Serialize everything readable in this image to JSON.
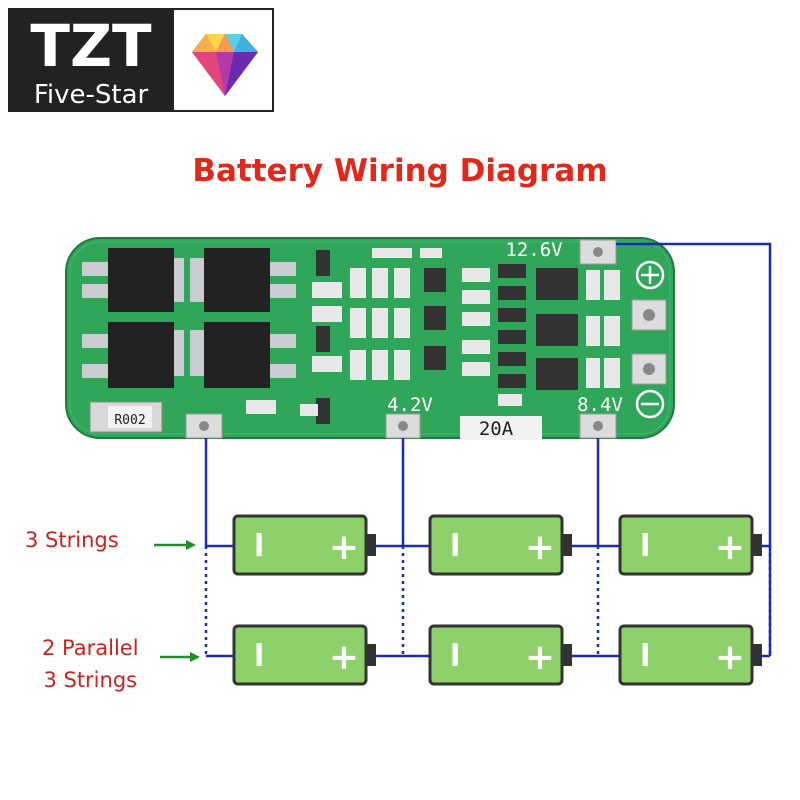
{
  "logo": {
    "brand": "TZT",
    "subtitle": "Five-Star",
    "gem_icon": "diamond-gem-icon"
  },
  "title": {
    "text": "Battery Wiring Diagram",
    "color": "#e0281c"
  },
  "board": {
    "pcb_color": "#2fa65a",
    "voltage_label_top": "12.6V",
    "voltage_label_a": "4.2V",
    "voltage_label_b": "8.4V",
    "current_label": "20A",
    "resistor_label": "R002",
    "positive_icon": "plus-terminal-icon",
    "negative_icon": "minus-terminal-icon"
  },
  "configs": [
    {
      "label": "3 Strings",
      "color": "#cc2222"
    },
    {
      "label_line1": "2 Parallel",
      "label_line2": "3 Strings",
      "color": "#cc2222"
    }
  ],
  "battery": {
    "fill_color": "#8ed16a",
    "negative_symbol": "l",
    "positive_symbol": "+"
  },
  "wire_color": "#1a2bb5",
  "arrow_color": "#1d8f2a"
}
